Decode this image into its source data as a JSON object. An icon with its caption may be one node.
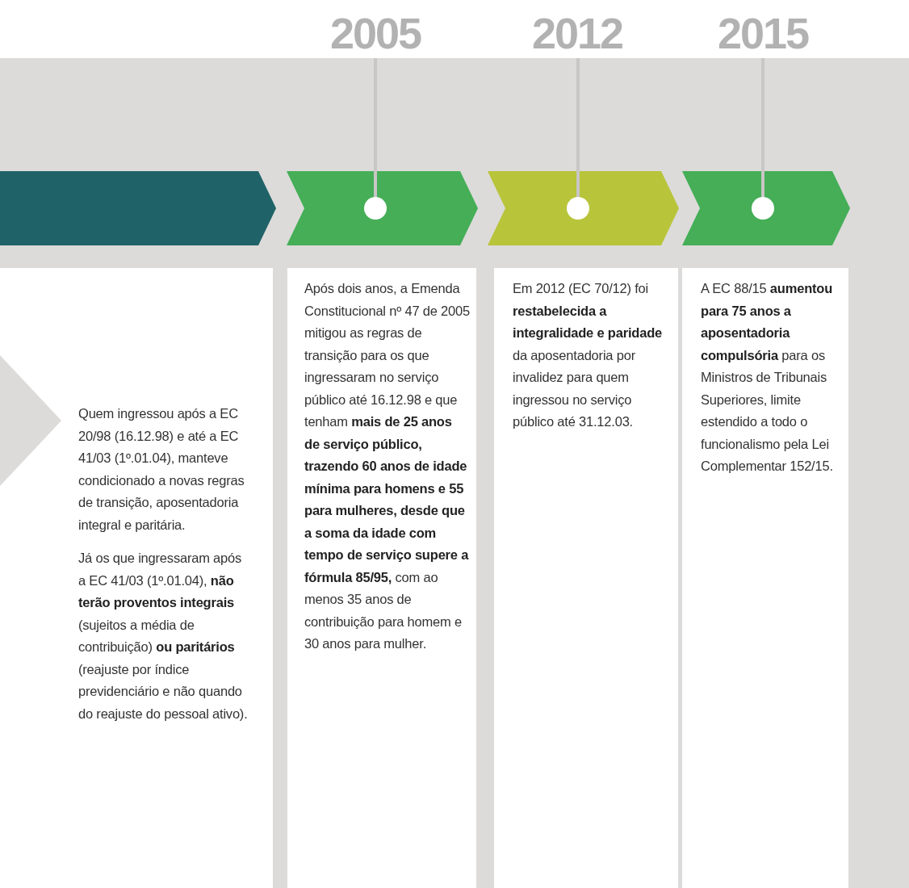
{
  "diagram": {
    "nodes": [
      {
        "text": [],
        "shape": "chevron"
      },
      {
        "text": [
          "Quem ingressou após a EC 20/98 (16.12.98) e até a EC 41/03 (1º.01.04), manteve condicionado a novas regras de transição, aposentadoria integral e paritária.",
          "Já os que ingressaram após a EC 41/03 (1º.01.04), **não terão proventos integrais** (sujeitos a média de contribuição) **ou paritários** (reajuste por índice previdenciário e não quando do reajuste do pessoal ativo)."
        ]
      },
      {
        "text": [],
        "shape": "chevron",
        "in": 1
      },
      {
        "text": [
          "2005"
        ]
      },
      {
        "text": [],
        "shape": "chevron"
      },
      {
        "text": [],
        "shape": "circle",
        "in": 4
      },
      {
        "text": [
          "Após dois anos, a Emenda Constitucional nº 47 de 2005 mitigou as regras de transição para os que ingressaram no serviço público até 16.12.98 e que tenham **mais de 25 anos de serviço público, trazendo 60 anos de idade mínima para homens e 55 para mulheres, desde que a soma da idade com tempo de serviço supere a fórmula 85/95,** com ao menos 35 anos de contribuição para homem e 30 anos para mulher."
        ]
      },
      {
        "text": [
          "2012"
        ]
      },
      {
        "text": [],
        "shape": "chevron"
      },
      {
        "text": [],
        "shape": "circle",
        "in": 8
      },
      {
        "text": [
          "Em 2012 (EC 70/12) foi **restabelecida a integralidade e paridade** da aposentadoria por invalidez para quem ingressou no serviço público até 31.12.03."
        ]
      },
      {
        "text": [
          "2015"
        ]
      },
      {
        "text": [],
        "shape": "chevron"
      },
      {
        "text": [],
        "shape": "circle",
        "in": 12
      },
      {
        "text": [
          "A EC 88/15 **aumentou para 75 anos a aposentadoria compulsória** para os Ministros de Tribunais Superiores, limite estendido a todo o funcionalismo pela Lei Complementar 152/15."
        ]
      }
    ],
    "edges": [
      {
        "from": 3,
        "to": 5,
        "arrow": "none"
      },
      {
        "from": 7,
        "to": 9,
        "arrow": "none"
      },
      {
        "from": 11,
        "to": 13,
        "arrow": "none"
      }
    ]
  }
}
